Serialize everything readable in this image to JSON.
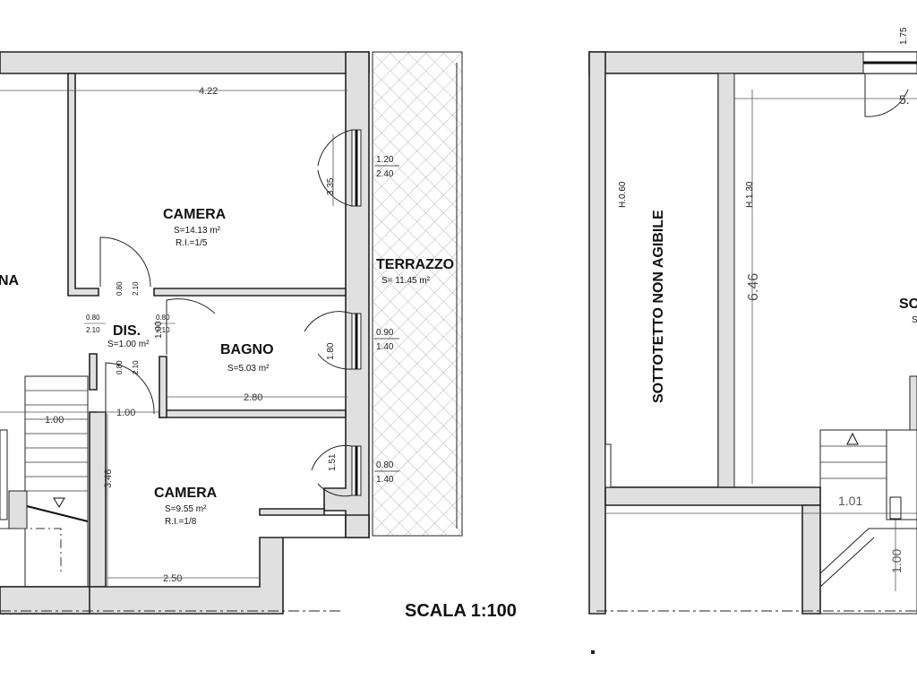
{
  "rooms": {
    "soggiorno_cut": "NA",
    "camera1": {
      "name": "CAMERA",
      "area": "S=14.13 m²",
      "ri": "R.I.=1/5"
    },
    "terrazzo": {
      "name": "TERRAZZO",
      "area": "S= 11.45 m²"
    },
    "dis": {
      "name": "DIS.",
      "area": "S=1.00 m²"
    },
    "bagno": {
      "name": "BAGNO",
      "area": "S=5.03 m²"
    },
    "camera2": {
      "name": "CAMERA",
      "area": "S=9.55 m²",
      "ri": "R.I.=1/8"
    },
    "sottotetto": {
      "name": "SOTTOTETTO NON AGIBILE"
    },
    "right_cut": {
      "name": "SO",
      "area": "S"
    }
  },
  "dimensions": {
    "top_width": "4.22",
    "bagno_width": "2.80",
    "camera2_width": "2.50",
    "camera2_height": "3.46",
    "stair_width_left": "1.00",
    "dis_width": "1.00",
    "camera1_height_small": "3.35",
    "bagno_height_small": "1.80",
    "camera2_height_small": "1.51",
    "right_height": "6.46",
    "right_top": "1.75",
    "right_width_cut": "5.",
    "right_stair_w": "1.01",
    "right_stair_h": "1.00"
  },
  "heights": {
    "h1": "H.0.60",
    "h2": "H.1.30"
  },
  "windows": [
    {
      "w": "1.20",
      "h": "2.40"
    },
    {
      "w": "0.90",
      "h": "1.40"
    },
    {
      "w": "0.80",
      "h": "1.40"
    }
  ],
  "doors": [
    {
      "w": "0.80",
      "h": "2.10"
    },
    {
      "w": "0.80",
      "h": "2.10"
    },
    {
      "w": "0.80",
      "h": "2.10"
    },
    {
      "w": "0.80",
      "h": "2.10"
    }
  ],
  "scale": "SCALA 1:100"
}
